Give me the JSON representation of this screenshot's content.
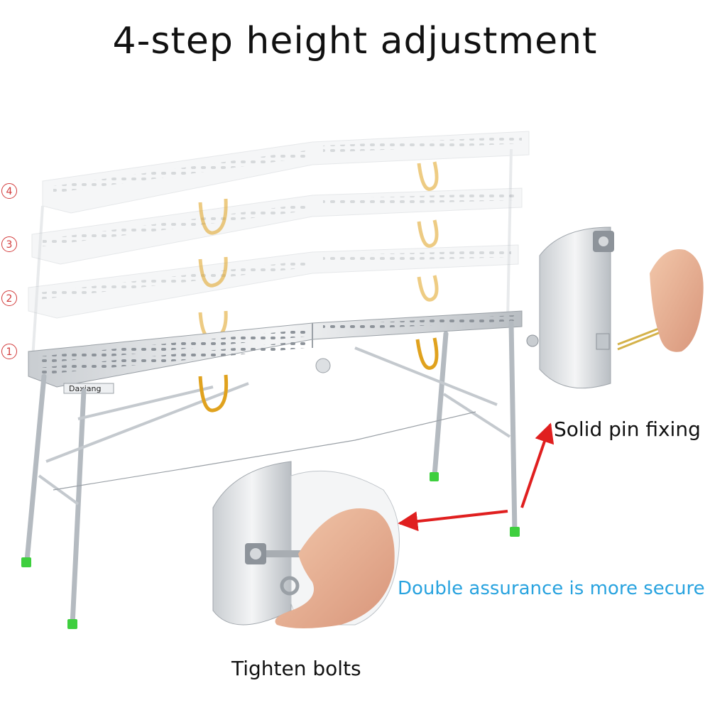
{
  "title": "4-step height adjustment",
  "steps": [
    "4",
    "3",
    "2",
    "1"
  ],
  "captions": {
    "pin": "Solid pin fixing",
    "double": "Double assurance is more secure",
    "bolts": "Tighten bolts"
  },
  "brand": "Daxiang",
  "colors": {
    "step_marker": "#d23a3a",
    "arrow": "#e01f1f",
    "double_caption": "#29a3df",
    "foot": "#3ecf3e",
    "strap": "#e0a21e"
  }
}
